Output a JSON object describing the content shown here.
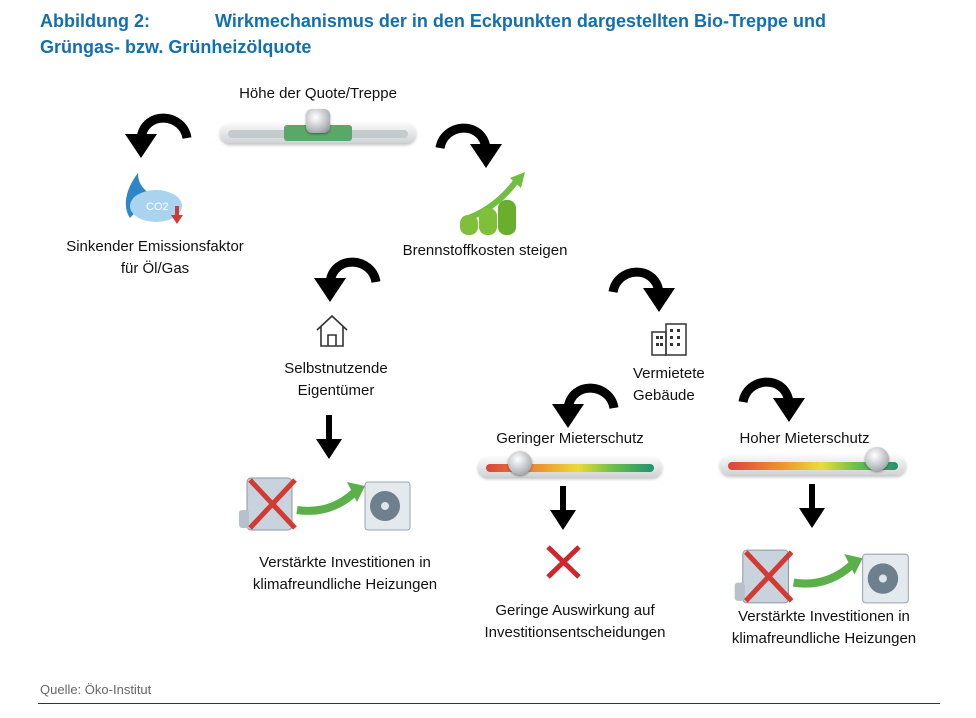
{
  "title": {
    "label": "Abbildung 2:",
    "line1": "Wirkmechanismus der in den Eckpunkten dargestellten Bio-Treppe und",
    "line2": "Grüngas- bzw. Grünheizölquote"
  },
  "nodes": {
    "quota": "Höhe der Quote/Treppe",
    "emission": [
      "Sinkender Emissionsfaktor",
      "für Öl/Gas"
    ],
    "co2": "CO2",
    "fuel_cost": "Brennstoffkosten steigen",
    "owners": [
      "Selbstnutzende",
      "Eigentümer"
    ],
    "owners_result": [
      "Verstärkte Investitionen in",
      "klimafreundliche Heizungen"
    ],
    "rented": [
      "Vermietete",
      "Gebäude"
    ],
    "low_protection": "Geringer Mieterschutz",
    "high_protection": "Hoher Mieterschutz",
    "low_result": [
      "Geringe Auswirkung auf",
      "Investitionsentscheidungen"
    ],
    "high_result": [
      "Verstärkte Investitionen in",
      "klimafreundliche Heizungen"
    ]
  },
  "source": "Quelle: Öko-Institut",
  "colors": {
    "title": "#1170b0",
    "cross": "#d0262b",
    "green": "#4caf50"
  }
}
